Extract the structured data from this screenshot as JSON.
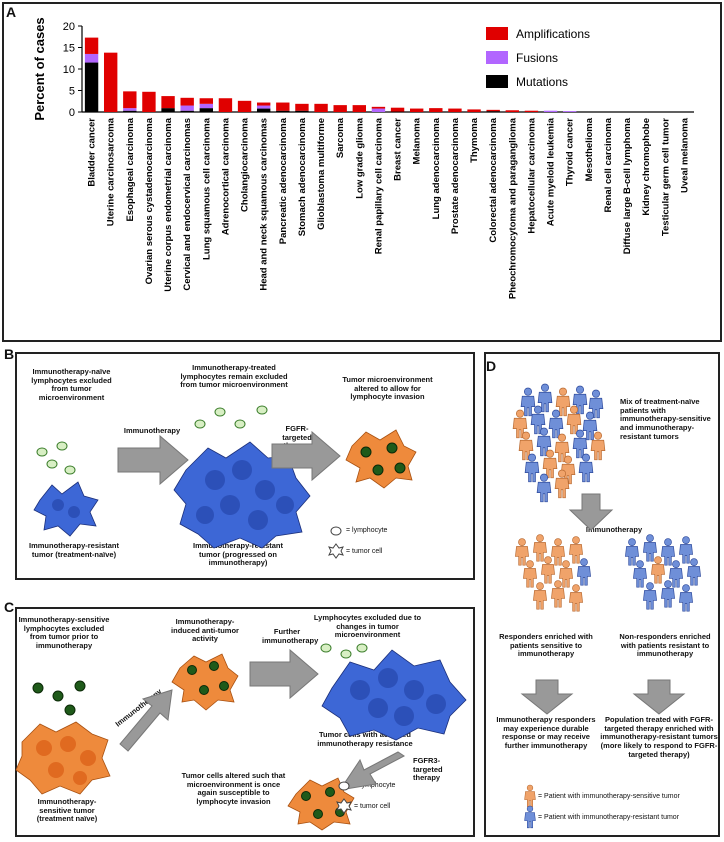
{
  "panels": {
    "a": "A",
    "b": "B",
    "c": "C",
    "d": "D"
  },
  "chart_data": {
    "type": "bar",
    "stacked": true,
    "ylabel": "Percent of cases",
    "ylim": [
      0,
      20
    ],
    "yticks": [
      0,
      5,
      10,
      15,
      20
    ],
    "legend_position": "top-right",
    "categories": [
      "Bladder cancer",
      "Uterine carcinosarcoma",
      "Esophageal carcinoma",
      "Ovarian serous cystadenocarcinoma",
      "Uterine corpus endometrial carcinoma",
      "Cervical and endocervical carcinomas",
      "Lung squamous cell carcinoma",
      "Adrenocortical carcinoma",
      "Cholangiocarcinoma",
      "Head and neck squamous carcinomas",
      "Pancreatic adenocarcinoma",
      "Stomach adenocarcinoma",
      "Glioblastoma multiforme",
      "Sarcoma",
      "Low grade glioma",
      "Renal papillary cell carcinoma",
      "Breast cancer",
      "Melanoma",
      "Lung adenocarcinoma",
      "Prostate adenocarcinoma",
      "Thymoma",
      "Colorectal adenocarcinoma",
      "Pheochromocytoma and paraganglioma",
      "Hepatocellular carcinoma",
      "Acute myeloid leukemia",
      "Thyroid cancer",
      "Mesothelioma",
      "Renal cell carcinoma",
      "Diffuse large B-cell lymphoma",
      "Kidney chromophobe",
      "Testicular germ cell tumor",
      "Uveal melanoma"
    ],
    "series": [
      {
        "name": "Mutations",
        "color": "#000000",
        "values": [
          11.5,
          0,
          0.3,
          0,
          0.9,
          0.3,
          0.9,
          0,
          0,
          0.8,
          0.3,
          0.3,
          0,
          0,
          0,
          0,
          0.1,
          0,
          0,
          0,
          0,
          0.2,
          0,
          0,
          0,
          0,
          0,
          0,
          0,
          0,
          0,
          0
        ]
      },
      {
        "name": "Fusions",
        "color": "#b266ff",
        "values": [
          2.0,
          0,
          0.6,
          0,
          0,
          1.2,
          1.0,
          0,
          0,
          0.7,
          0,
          0,
          0,
          0,
          0,
          0.8,
          0,
          0,
          0,
          0,
          0,
          0,
          0,
          0,
          0.3,
          0.2,
          0,
          0,
          0,
          0,
          0,
          0
        ]
      },
      {
        "name": "Amplifications",
        "color": "#e00000",
        "values": [
          3.8,
          13.8,
          3.9,
          4.7,
          2.8,
          1.8,
          1.3,
          3.2,
          2.6,
          0.7,
          1.9,
          1.6,
          1.9,
          1.6,
          1.6,
          0.4,
          0.9,
          0.8,
          0.9,
          0.8,
          0.6,
          0.3,
          0.4,
          0.3,
          0,
          0,
          0,
          0,
          0,
          0,
          0,
          0
        ]
      }
    ]
  },
  "panel_b": {
    "naive_lymph": "Immunotherapy-naïve lymphocytes excluded from tumor microenvironment",
    "treated_lymph": "Immunotherapy-treated lymphocytes remain excluded from tumor microenvironment",
    "altered": "Tumor microenvironment altered to allow for lymphocyte invasion",
    "arrow1": "Immunotherapy",
    "arrow2": "FGFR-targeted therapy",
    "naive_tumor": "Immunotherapy-resistant tumor (treatment-naïve)",
    "resistant_tumor": "Immunotherapy-resistant tumor (progressed on immunotherapy)",
    "key_lymph": "= lymphocyte",
    "key_tumor": "= tumor cell"
  },
  "panel_c": {
    "sensitive_lymph": "Immunotherapy-sensitive lymphocytes excluded from tumor prior to immunotherapy",
    "induced": "Immunotherapy-induced anti-tumor activity",
    "excluded": "Lymphocytes excluded due to changes in tumor microenvironment",
    "arrow1": "Immunotherapy",
    "arrow2": "Further immunotherapy",
    "acquired": "Tumor cells with acquired immunotherapy resistance",
    "arrow3": "FGFR3-targeted therapy",
    "altered": "Tumor cells altered such that microenvironment is once again susceptible to lymphocyte invasion",
    "sensitive_tumor": "Immunotherapy-sensitive tumor (treatment naïve)",
    "key_lymph": "= lymphocyte",
    "key_tumor": "= tumor cell"
  },
  "panel_d": {
    "mix": "Mix of treatment-naïve patients with immunotherapy-sensitive and immunotherapy-resistant tumors",
    "arrow": "Immunotherapy",
    "responders": "Responders enriched with patients sensitive to immunotherapy",
    "nonresponders": "Non-responders enriched with patients resistant to immunotherapy",
    "outcome1": "Immunotherapy responders may experience durable response or may receive further immunotherapy",
    "outcome2": "Population treated with FGFR-targeted therapy enriched with immunotherapy-resistant tumors (more likely to respond to FGFR-targeted therapy)",
    "key_sensitive": "= Patient with immunotherapy-sensitive tumor",
    "key_resistant": "= Patient with immunotherapy-resistant tumor"
  }
}
